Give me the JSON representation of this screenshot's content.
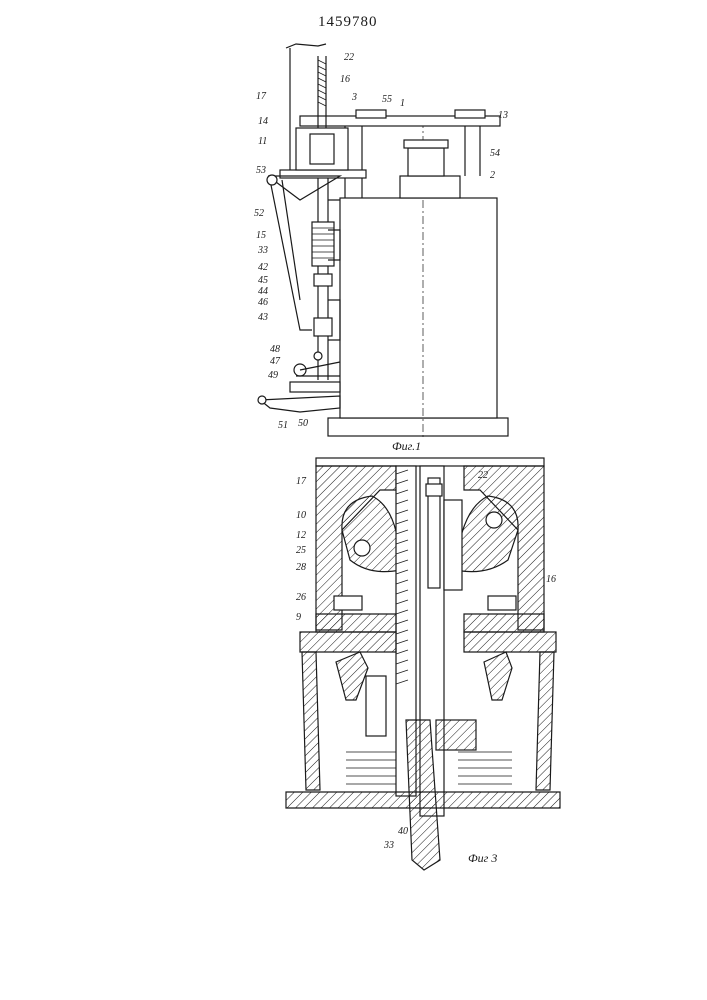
{
  "document": {
    "patent_number": "1459780"
  },
  "figure1": {
    "caption": "Фиг.1",
    "labels": {
      "l22": "22",
      "l16": "16",
      "l17": "17",
      "l3": "3",
      "l55": "55",
      "l1": "1",
      "l13": "13",
      "l14": "14",
      "l11": "11",
      "l54": "54",
      "l53": "53",
      "l2": "2",
      "l52": "52",
      "l15": "15",
      "l33": "33",
      "l42": "42",
      "l45": "45",
      "l44": "44",
      "l46": "46",
      "l43": "43",
      "l48": "48",
      "l47": "47",
      "l49": "49",
      "l51": "51",
      "l50": "50"
    }
  },
  "figure3": {
    "caption": "Фиг 3",
    "labels": {
      "l17": "17",
      "l22": "22",
      "l10": "10",
      "l12": "12",
      "l25": "25",
      "l28": "28",
      "l16": "16",
      "l26": "26",
      "l9": "9",
      "l40": "40",
      "l33": "33"
    }
  }
}
